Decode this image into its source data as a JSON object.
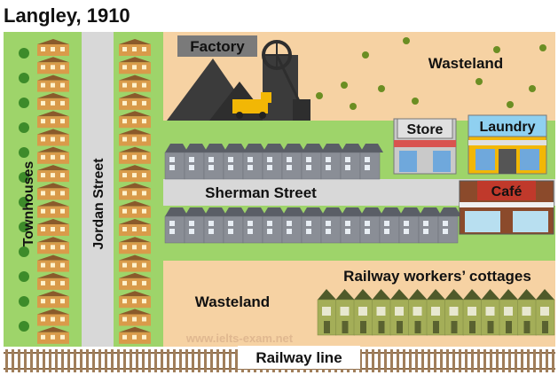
{
  "map": {
    "title": "Langley, 1910",
    "labels": {
      "townhouses": "Townhouses",
      "jordan_street": "Jordan Street",
      "factory": "Factory",
      "wasteland_north": "Wasteland",
      "store": "Store",
      "laundry": "Laundry",
      "sherman_street": "Sherman Street",
      "cafe": "Café",
      "railway_cottages": "Railway workers’ cottages",
      "wasteland_south": "Wasteland",
      "railway_line": "Railway line"
    },
    "watermark": "www.ielts-exam.net",
    "colors": {
      "grass": "#9ed46a",
      "wasteland": "#f6d2a3",
      "road": "#d8d8d8",
      "factory": "#3b3b3b",
      "townhouse_wall": "#d99b4a",
      "townhouse_roof": "#8a5a2b",
      "terrace_wall": "#8a8e96",
      "terrace_roof": "#5a5e66",
      "cottage_wall": "#a4ae58",
      "cottage_roof": "#4f5a2a",
      "store_sign": "#e0e0e0",
      "laundry_sign": "#8fd0f0",
      "cafe_sign": "#c0392b",
      "rail": "#8b6b4a"
    }
  }
}
